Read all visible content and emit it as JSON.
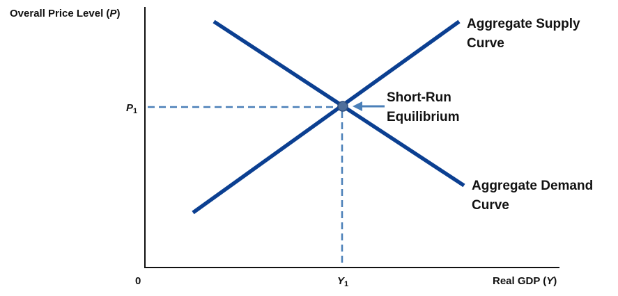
{
  "axes": {
    "y_label_text": "Overall Price Level (",
    "y_label_var": "P",
    "y_label_close": ")",
    "x_label_text": "Real GDP (",
    "x_label_var": "Y",
    "x_label_close": ")",
    "origin": "0",
    "p_tick_var": "P",
    "p_tick_sub": "1",
    "y_tick_var": "Y",
    "y_tick_sub": "1"
  },
  "curves": {
    "supply_line1": "Aggregate Supply",
    "supply_line2": "Curve",
    "demand_line1": "Aggregate Demand",
    "demand_line2": "Curve"
  },
  "equilibrium": {
    "line1": "Short-Run",
    "line2": "Equilibrium"
  },
  "colors": {
    "curve": "#0b3f91",
    "guide": "#4a7fb8",
    "point": "#4f6f9c",
    "axis": "#111111"
  }
}
